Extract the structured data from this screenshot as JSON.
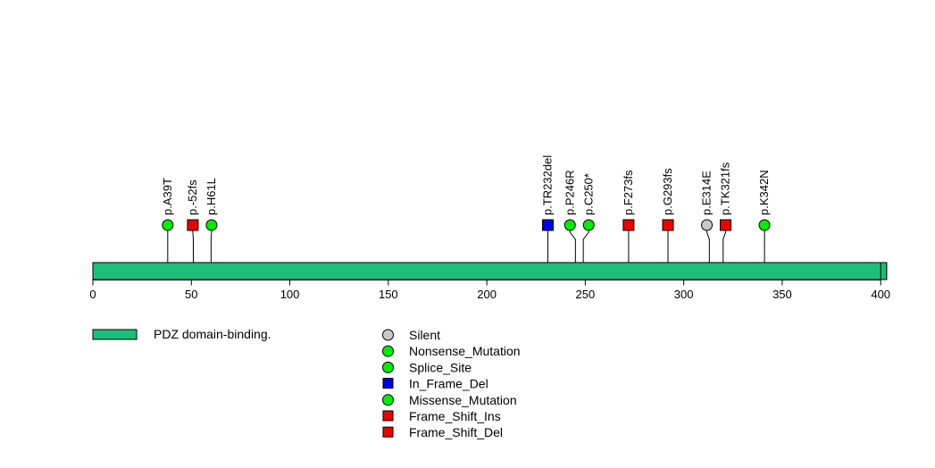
{
  "chart_data": {
    "type": "lollipop",
    "protein_length": 403,
    "xlim": [
      0,
      403
    ],
    "ticks": [
      0,
      50,
      100,
      150,
      200,
      250,
      300,
      350,
      400
    ],
    "domains": [
      {
        "name": "PDZ domain-binding.",
        "start": 400,
        "end": 403,
        "color": "#1DBE7A"
      }
    ],
    "backbone_color": "#1DBE7A",
    "mutations": [
      {
        "label": "p.A39T",
        "position": 38,
        "type": "Missense_Mutation",
        "shape": "circle"
      },
      {
        "label": "p.-52fs",
        "position": 51,
        "type": "Frame_Shift_Ins",
        "shape": "square"
      },
      {
        "label": "p.H61L",
        "position": 60,
        "type": "Missense_Mutation",
        "shape": "circle"
      },
      {
        "label": "p.TR232del",
        "position": 231,
        "type": "In_Frame_Del",
        "shape": "square"
      },
      {
        "label": "p.P246R",
        "position": 245,
        "type": "Missense_Mutation",
        "shape": "circle"
      },
      {
        "label": "p.C250*",
        "position": 249,
        "type": "Nonsense_Mutation",
        "shape": "circle"
      },
      {
        "label": "p.F273fs",
        "position": 272,
        "type": "Frame_Shift_Del",
        "shape": "square"
      },
      {
        "label": "p.G293fs",
        "position": 292,
        "type": "Frame_Shift_Del",
        "shape": "square"
      },
      {
        "label": "p.E314E",
        "position": 313,
        "type": "Silent",
        "shape": "circle"
      },
      {
        "label": "p.TK321fs",
        "position": 320,
        "type": "Frame_Shift_Ins",
        "shape": "square"
      },
      {
        "label": "p.K342N",
        "position": 341,
        "type": "Missense_Mutation",
        "shape": "circle"
      }
    ],
    "legend": [
      {
        "label": "Silent",
        "shape": "circle",
        "color": "#C8C8C8"
      },
      {
        "label": "Nonsense_Mutation",
        "shape": "circle",
        "color": "#00EE00"
      },
      {
        "label": "Splice_Site",
        "shape": "circle",
        "color": "#00EE00"
      },
      {
        "label": "In_Frame_Del",
        "shape": "square",
        "color": "#0000EE"
      },
      {
        "label": "Missense_Mutation",
        "shape": "circle",
        "color": "#00EE00"
      },
      {
        "label": "Frame_Shift_Ins",
        "shape": "square",
        "color": "#EE0000"
      },
      {
        "label": "Frame_Shift_Del",
        "shape": "square",
        "color": "#EE0000"
      }
    ],
    "type_colors": {
      "Silent": "#C8C8C8",
      "Nonsense_Mutation": "#00EE00",
      "Splice_Site": "#00EE00",
      "In_Frame_Del": "#0000EE",
      "Missense_Mutation": "#00EE00",
      "Frame_Shift_Ins": "#EE0000",
      "Frame_Shift_Del": "#EE0000"
    }
  }
}
